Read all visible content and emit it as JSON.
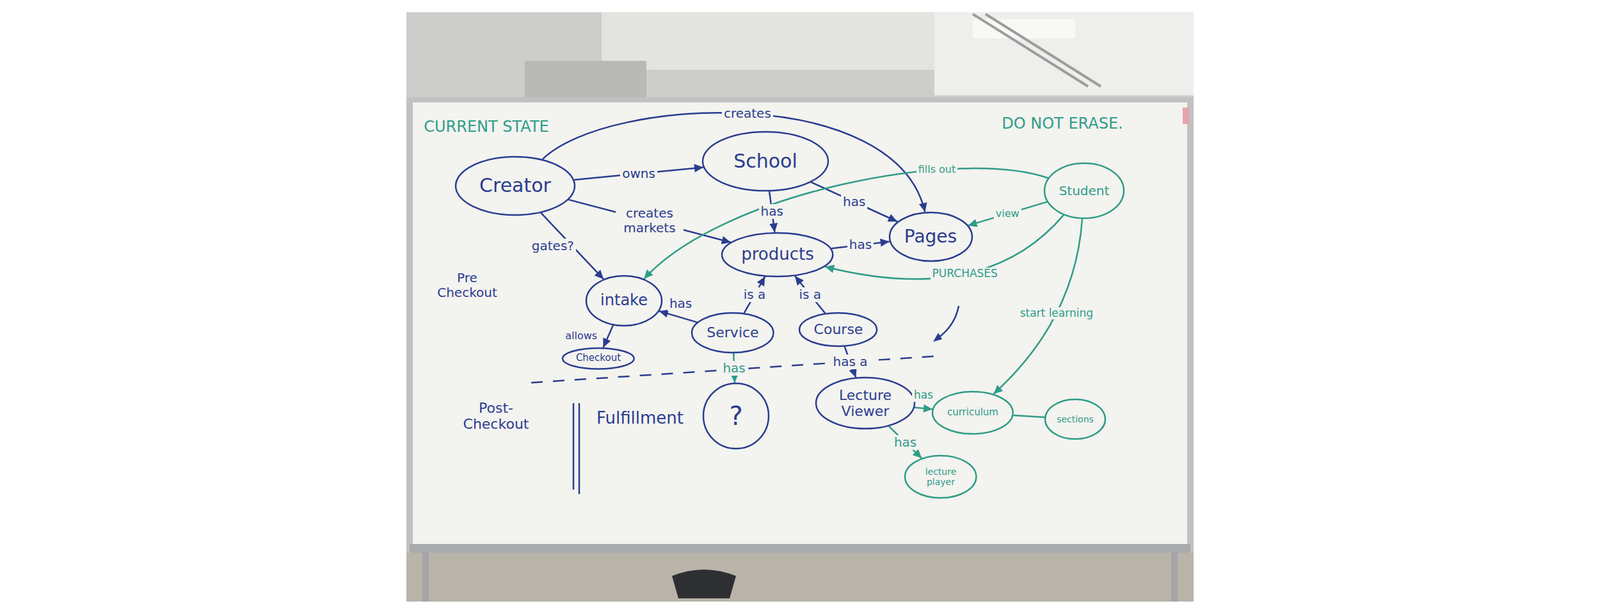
{
  "diagram": {
    "nodes": [
      {
        "text": [
          "Creator"
        ]
      },
      {
        "text": [
          "School"
        ]
      },
      {
        "text": [
          "Pages"
        ]
      },
      {
        "text": [
          "Student"
        ]
      },
      {
        "text": [
          "products"
        ]
      },
      {
        "text": [
          "intake"
        ]
      },
      {
        "text": [
          "Service"
        ]
      },
      {
        "text": [
          "Course"
        ]
      },
      {
        "text": [
          "Checkout"
        ]
      },
      {
        "text": [
          "?"
        ]
      },
      {
        "text": [
          "Lecture Viewer"
        ]
      },
      {
        "text": [
          "sections"
        ]
      },
      {
        "text": [
          "curriculum"
        ]
      },
      {
        "text": [
          "lecture player"
        ]
      }
    ],
    "edges": [
      {
        "from": 0,
        "to": 1,
        "label": "owns",
        "arrow": "to"
      },
      {
        "from": 0,
        "to": 2,
        "label": "creates",
        "arrow": "to"
      },
      {
        "from": 0,
        "to": 4,
        "label": "creates markets",
        "arrow": "to"
      },
      {
        "from": 0,
        "to": 5,
        "label": "gates?",
        "arrow": "to"
      },
      {
        "from": 1,
        "to": 4,
        "label": "has",
        "arrow": "to"
      },
      {
        "from": 1,
        "to": 2,
        "label": "has",
        "arrow": "to"
      },
      {
        "from": 4,
        "to": 2,
        "label": "has",
        "arrow": "to"
      },
      {
        "from": 3,
        "to": 5,
        "label": "fills out",
        "arrow": "to"
      },
      {
        "from": 3,
        "to": 2,
        "label": "view",
        "arrow": "to"
      },
      {
        "from": 3,
        "to": 4,
        "label": "PURCHASES",
        "arrow": "to"
      },
      {
        "from": 6,
        "to": 4,
        "label": "is a",
        "arrow": "to"
      },
      {
        "from": 7,
        "to": 4,
        "label": "is a",
        "arrow": "to"
      },
      {
        "from": 6,
        "to": 5,
        "label": "has",
        "arrow": "to"
      },
      {
        "from": 5,
        "to": 8,
        "label": "allows",
        "arrow": "to"
      },
      {
        "from": 6,
        "to": 9,
        "label": "has",
        "arrow": "to"
      },
      {
        "from": 7,
        "to": 10,
        "label": "has a",
        "arrow": "to"
      },
      {
        "from": 10,
        "to": 12,
        "label": "has",
        "arrow": "to"
      },
      {
        "from": 12,
        "to": 11,
        "arrow": "none"
      },
      {
        "from": 10,
        "to": 13,
        "label": "has",
        "arrow": "to"
      },
      {
        "from": 3,
        "to": 12,
        "label": "start learning",
        "arrow": "to"
      }
    ],
    "labels": [
      "CURRENT STATE",
      "DO NOT ERASE.",
      "Pre Checkout",
      "Post-Checkout",
      "Fulfillment"
    ]
  }
}
